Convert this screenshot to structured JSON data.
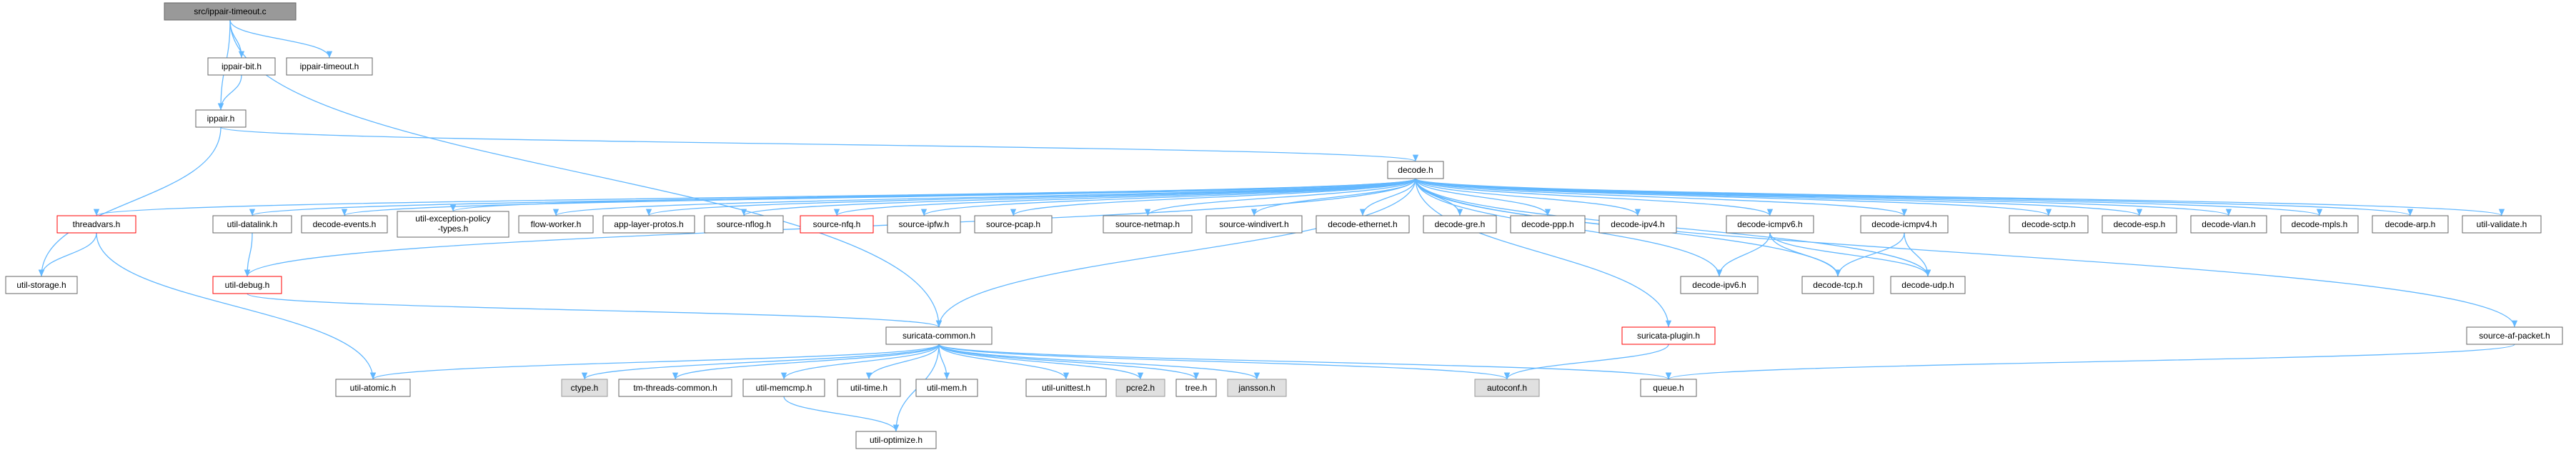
{
  "colors": {
    "edge": "#63b8ff",
    "root_fill": "#999999",
    "root_border": "#666666",
    "normal_fill": "#ffffff",
    "normal_border": "#666666",
    "linked_border": "#ff0000",
    "system_fill": "#e0e0e0",
    "system_border": "#999999"
  },
  "nodes": [
    {
      "id": "n_root",
      "label": "src/ippair-timeout.c",
      "kind": "root"
    },
    {
      "id": "n_ippair_bit",
      "label": "ippair-bit.h",
      "kind": "normal"
    },
    {
      "id": "n_ippair_timeout_h",
      "label": "ippair-timeout.h",
      "kind": "normal"
    },
    {
      "id": "n_ippair_h",
      "label": "ippair.h",
      "kind": "normal"
    },
    {
      "id": "n_decode",
      "label": "decode.h",
      "kind": "normal"
    },
    {
      "id": "n_threadvars",
      "label": "threadvars.h",
      "kind": "linked"
    },
    {
      "id": "n_util_datalink",
      "label": "util-datalink.h",
      "kind": "normal"
    },
    {
      "id": "n_decode_events",
      "label": "decode-events.h",
      "kind": "normal"
    },
    {
      "id": "n_util_exception",
      "label": "util-exception-policy\n-types.h",
      "kind": "normal"
    },
    {
      "id": "n_flow_worker",
      "label": "flow-worker.h",
      "kind": "normal"
    },
    {
      "id": "n_app_layer_protos",
      "label": "app-layer-protos.h",
      "kind": "normal"
    },
    {
      "id": "n_source_nflog",
      "label": "source-nflog.h",
      "kind": "normal"
    },
    {
      "id": "n_source_nfq",
      "label": "source-nfq.h",
      "kind": "linked"
    },
    {
      "id": "n_source_ipfw",
      "label": "source-ipfw.h",
      "kind": "normal"
    },
    {
      "id": "n_source_pcap",
      "label": "source-pcap.h",
      "kind": "normal"
    },
    {
      "id": "n_source_netmap",
      "label": "source-netmap.h",
      "kind": "normal"
    },
    {
      "id": "n_source_windivert",
      "label": "source-windivert.h",
      "kind": "normal"
    },
    {
      "id": "n_decode_erspan",
      "label": "decode-ethernet.h",
      "kind": "normal"
    },
    {
      "id": "n_decode_gre",
      "label": "decode-gre.h",
      "kind": "normal"
    },
    {
      "id": "n_decode_ppp",
      "label": "decode-ppp.h",
      "kind": "normal"
    },
    {
      "id": "n_decode_ipv4",
      "label": "decode-ipv4.h",
      "kind": "normal"
    },
    {
      "id": "n_decode_icmpv6",
      "label": "decode-icmpv6.h",
      "kind": "normal"
    },
    {
      "id": "n_decode_icmpv4",
      "label": "decode-icmpv4.h",
      "kind": "normal"
    },
    {
      "id": "n_decode_sctp",
      "label": "decode-sctp.h",
      "kind": "normal"
    },
    {
      "id": "n_decode_esp",
      "label": "decode-esp.h",
      "kind": "normal"
    },
    {
      "id": "n_decode_vlan",
      "label": "decode-vlan.h",
      "kind": "normal"
    },
    {
      "id": "n_decode_mpls",
      "label": "decode-mpls.h",
      "kind": "normal"
    },
    {
      "id": "n_decode_arp",
      "label": "decode-arp.h",
      "kind": "normal"
    },
    {
      "id": "n_util_validate",
      "label": "util-validate.h",
      "kind": "normal"
    },
    {
      "id": "n_util_storage",
      "label": "util-storage.h",
      "kind": "normal"
    },
    {
      "id": "n_util_debug",
      "label": "util-debug.h",
      "kind": "linked"
    },
    {
      "id": "n_decode_ipv6",
      "label": "decode-ipv6.h",
      "kind": "normal"
    },
    {
      "id": "n_decode_tcp",
      "label": "decode-tcp.h",
      "kind": "normal"
    },
    {
      "id": "n_decode_udp",
      "label": "decode-udp.h",
      "kind": "normal"
    },
    {
      "id": "n_suricata_common",
      "label": "suricata-common.h",
      "kind": "normal"
    },
    {
      "id": "n_suricata_plugin",
      "label": "suricata-plugin.h",
      "kind": "linked"
    },
    {
      "id": "n_source_af_packet",
      "label": "source-af-packet.h",
      "kind": "normal"
    },
    {
      "id": "n_util_atomic",
      "label": "util-atomic.h",
      "kind": "normal"
    },
    {
      "id": "n_ctype",
      "label": "ctype.h",
      "kind": "system"
    },
    {
      "id": "n_tm_threads_common",
      "label": "tm-threads-common.h",
      "kind": "normal"
    },
    {
      "id": "n_util_memcmp",
      "label": "util-memcmp.h",
      "kind": "normal"
    },
    {
      "id": "n_util_time",
      "label": "util-time.h",
      "kind": "normal"
    },
    {
      "id": "n_util_mem",
      "label": "util-mem.h",
      "kind": "normal"
    },
    {
      "id": "n_util_unittest",
      "label": "util-unittest.h",
      "kind": "normal"
    },
    {
      "id": "n_pcre2",
      "label": "pcre2.h",
      "kind": "system"
    },
    {
      "id": "n_tree",
      "label": "tree.h",
      "kind": "normal"
    },
    {
      "id": "n_jansson",
      "label": "jansson.h",
      "kind": "system"
    },
    {
      "id": "n_autoconf",
      "label": "autoconf.h",
      "kind": "system"
    },
    {
      "id": "n_queue",
      "label": "queue.h",
      "kind": "normal"
    },
    {
      "id": "n_util_optimize",
      "label": "util-optimize.h",
      "kind": "normal"
    }
  ]
}
